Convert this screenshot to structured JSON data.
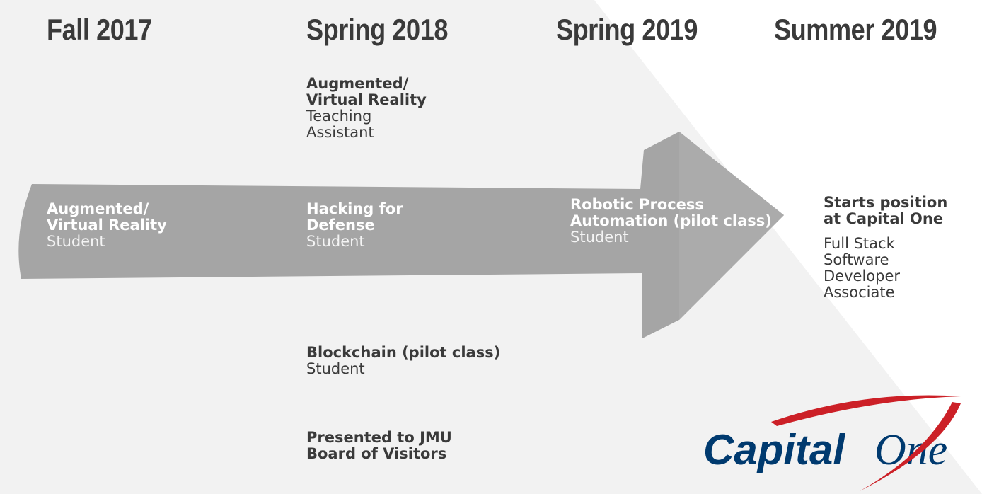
{
  "timeline": {
    "periods": [
      "Fall 2017",
      "Spring 2018",
      "Spring 2019",
      "Summer 2019"
    ]
  },
  "entries": {
    "ar_vr_ta": {
      "title_line1": "Augmented/",
      "title_line2": "Virtual Reality",
      "role_line1": "Teaching",
      "role_line2": "Assistant"
    },
    "ar_vr_student": {
      "title_line1": "Augmented/",
      "title_line2": "Virtual Reality",
      "role": "Student"
    },
    "h4d": {
      "title_line1": "Hacking for",
      "title_line2": "Defense",
      "role": "Student"
    },
    "rpa": {
      "title_line1": "Robotic Process",
      "title_line2": "Automation (pilot class)",
      "role": "Student"
    },
    "capital_one": {
      "title_line1": "Starts position",
      "title_line2": "at Capital One",
      "role_lines": [
        "Full Stack",
        "Software",
        "Developer",
        "Associate"
      ]
    },
    "blockchain": {
      "title": "Blockchain (pilot class)",
      "role": "Student"
    },
    "jmu": {
      "title_line1": "Presented to JMU",
      "title_line2": "Board of Visitors"
    }
  },
  "logo": {
    "text_bold": "Capital",
    "text_italic": "One"
  },
  "colors": {
    "arrow": "#a5a5a5",
    "background_panel": "#f2f2f2",
    "heading": "#3a3a3a",
    "logo_navy": "#003a6f",
    "logo_red": "#cc2027"
  }
}
